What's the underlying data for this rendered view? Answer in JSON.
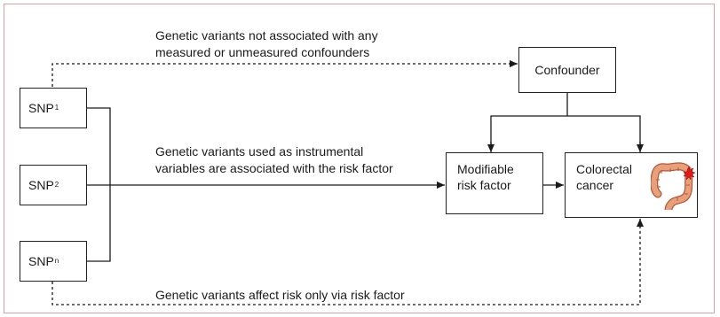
{
  "snps": [
    {
      "base": "SNP",
      "sub": "1"
    },
    {
      "base": "SNP",
      "sub": "2"
    },
    {
      "base": "SNP",
      "sub": "n"
    }
  ],
  "boxes": {
    "confounder": "Confounder",
    "risk_factor": [
      "Modifiable",
      "risk  factor"
    ],
    "outcome": [
      "Colorectal",
      "cancer"
    ]
  },
  "captions": {
    "top": [
      "Genetic variants not associated with any",
      "measured or unmeasured confounders"
    ],
    "middle": [
      "Genetic variants used as instrumental",
      "variables are associated with the risk factor"
    ],
    "bottom": "Genetic variants affect risk only via risk factor"
  },
  "colors": {
    "frame": "#e0a0a8",
    "colon": "#e8a07a",
    "colon_outline": "#b5563a",
    "tumour": "#e21a1a"
  }
}
